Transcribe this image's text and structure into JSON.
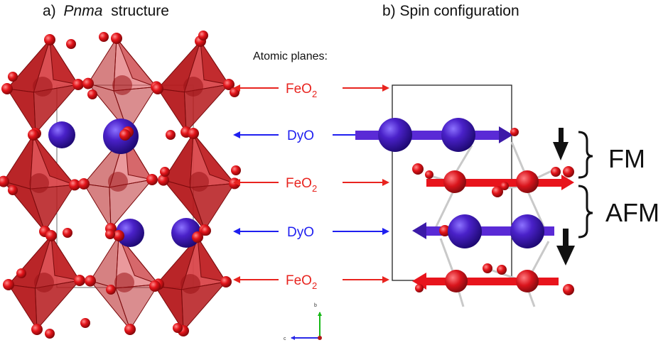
{
  "panel_a": {
    "prefix": "a)",
    "italic": "Pnma",
    "suffix": "structure"
  },
  "panel_b": {
    "title": "b) Spin configuration"
  },
  "planes_header": "Atomic planes:",
  "planes": [
    {
      "main": "FeO",
      "sub": "2",
      "color": "#e8241f"
    },
    {
      "main": "DyO",
      "sub": "",
      "color": "#1f1ff0"
    },
    {
      "main": "FeO",
      "sub": "2",
      "color": "#e8241f"
    },
    {
      "main": "DyO",
      "sub": "",
      "color": "#1f1ff0"
    },
    {
      "main": "FeO",
      "sub": "2",
      "color": "#e8241f"
    }
  ],
  "coupling": {
    "fm": "FM",
    "afm": "AFM"
  },
  "axes": {
    "vertical": "b",
    "horizontal": "c"
  },
  "colors": {
    "octahedron": "#b5191c",
    "octahedron_light": "#d9464a",
    "oxygen": "#e3141a",
    "dysprosium": "#4a21c9",
    "fe_moment": "#e8141c",
    "dy_moment": "#5a2ad6"
  }
}
